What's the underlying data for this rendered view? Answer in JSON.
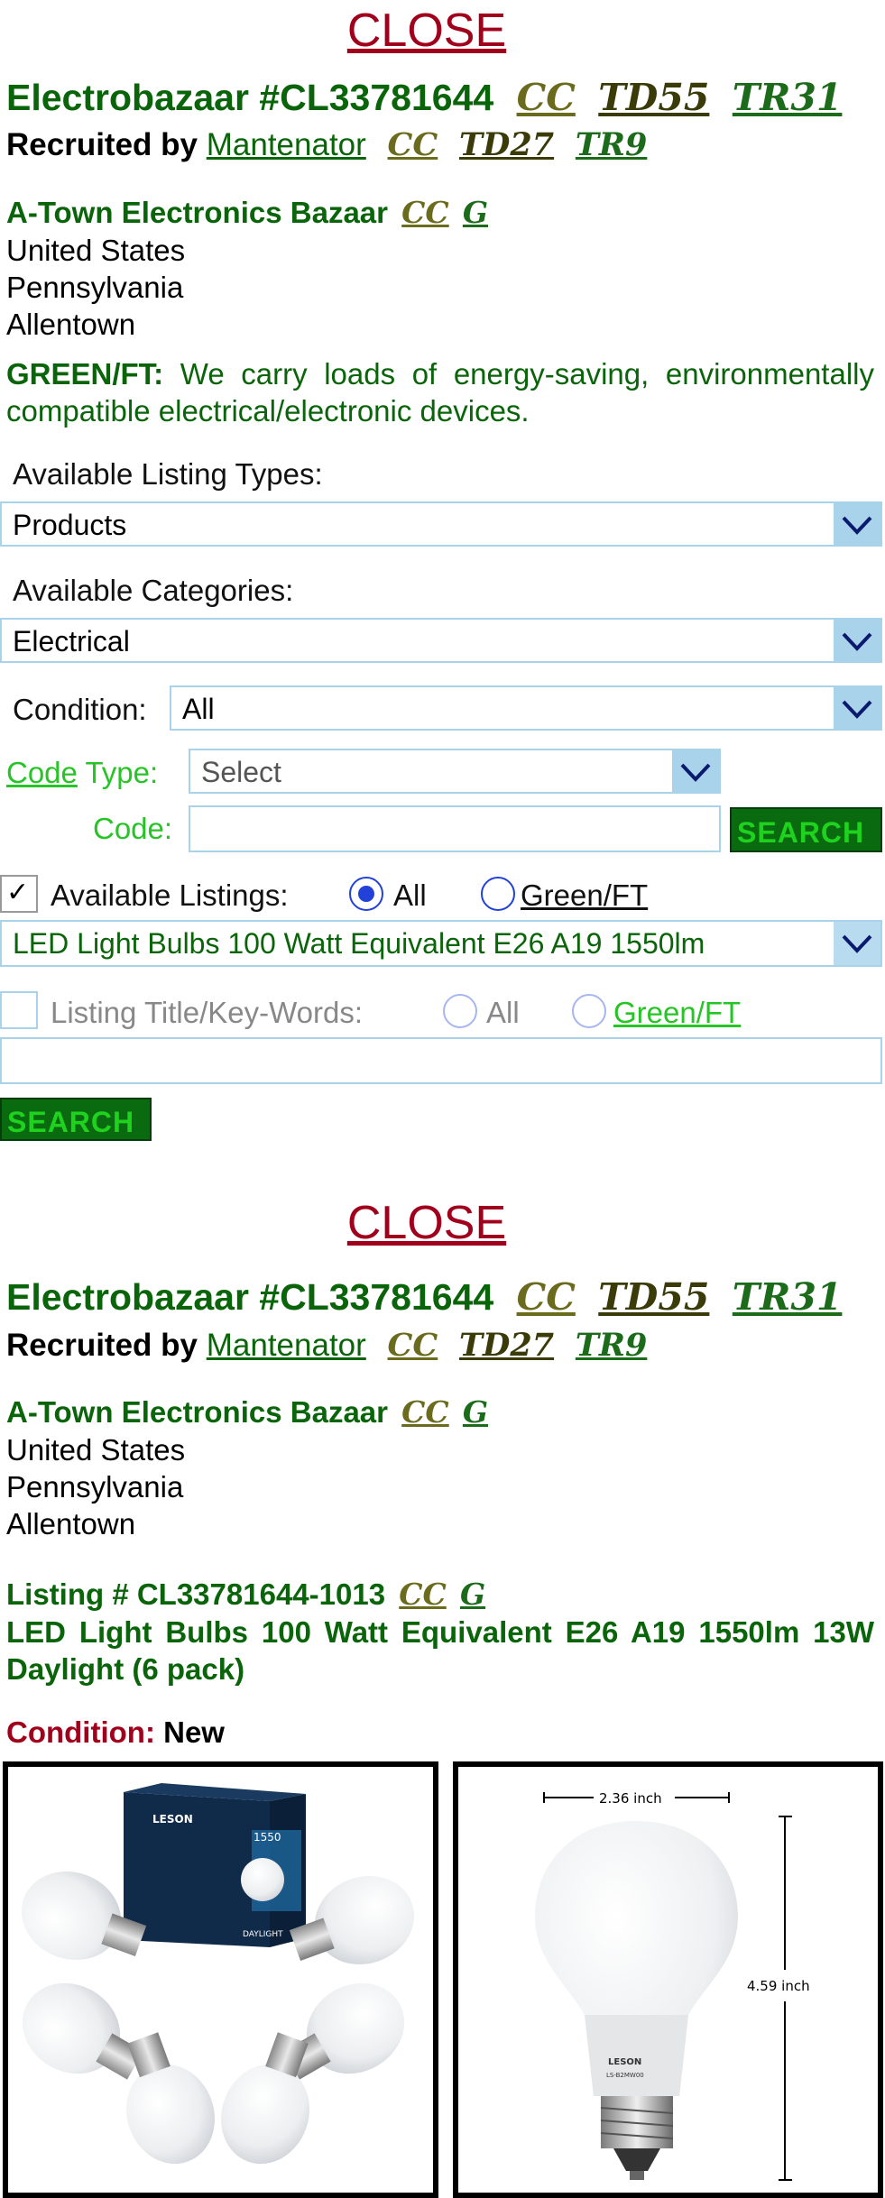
{
  "panel1": {
    "close_label": "CLOSE",
    "store_title": "Electrobazaar #CL33781644",
    "store_tags": {
      "cc": "CC",
      "td": "TD55",
      "tr": "TR31"
    },
    "recruited_prefix": "Recruited by ",
    "recruiter": "Mantenator",
    "recruiter_tags": {
      "cc": "CC",
      "td": "TD27",
      "tr": "TR9"
    },
    "bazaar_name": "A-Town Electronics Bazaar",
    "bazaar_tags": {
      "cc": "CC",
      "g": "G"
    },
    "country": "United States",
    "state": "Pennsylvania",
    "city": "Allentown",
    "desc_prefix": "GREEN/FT:",
    "desc_text": " We carry loads of energy-saving, environmentally compatible electrical/electronic devices."
  },
  "filters": {
    "listing_types_label": "Available Listing Types:",
    "listing_types_value": "Products",
    "categories_label": "Available Categories:",
    "categories_value": "Electrical",
    "condition_label": "Condition:",
    "condition_value": "All",
    "code_link": "Code",
    "code_type_label": " Type:",
    "code_type_value": "Select",
    "code_label": "Code:",
    "code_value": "",
    "search_label": "SEARCH",
    "avail_check": "✓",
    "avail_label": "Available Listings:",
    "radio_all": "All",
    "radio_green": "Green/FT",
    "listing_value": "LED Light Bulbs 100 Watt Equivalent E26 A19 1550lm",
    "title_label": "Listing Title/Key-Words:",
    "title_radio_all": "All",
    "title_radio_green": "Green/FT",
    "title_value": "",
    "search2_label": "SEARCH"
  },
  "panel2": {
    "close_label": "CLOSE",
    "store_title": "Electrobazaar #CL33781644",
    "store_tags": {
      "cc": "CC",
      "td": "TD55",
      "tr": "TR31"
    },
    "recruited_prefix": "Recruited by ",
    "recruiter": "Mantenator",
    "recruiter_tags": {
      "cc": "CC",
      "td": "TD27",
      "tr": "TR9"
    },
    "bazaar_name": "A-Town Electronics Bazaar",
    "bazaar_tags": {
      "cc": "CC",
      "g": "G"
    },
    "country": "United States",
    "state": "Pennsylvania",
    "city": "Allentown",
    "listing_number": "Listing # CL33781644-1013",
    "listing_tags": {
      "cc": "CC",
      "g": "G"
    },
    "listing_title": "LED Light Bulbs 100 Watt Equivalent E26 A19 1550lm 13W Daylight (6 pack)",
    "condition_label": "Condition:",
    "condition_value": "New"
  },
  "photos": {
    "box_brand": "LESON",
    "box_lumens": "1550",
    "box_daylight": "DAYLIGHT",
    "dim_width": "2.36 inch",
    "dim_height": "4.59 inch",
    "bulb_brand": "LESON",
    "bulb_print": "LS-B2MW00"
  },
  "colors": {
    "accent_green": "#0a640a",
    "close_red": "#a0001c",
    "field_border": "#a9d3ea",
    "radio_blue": "#2241d8"
  }
}
